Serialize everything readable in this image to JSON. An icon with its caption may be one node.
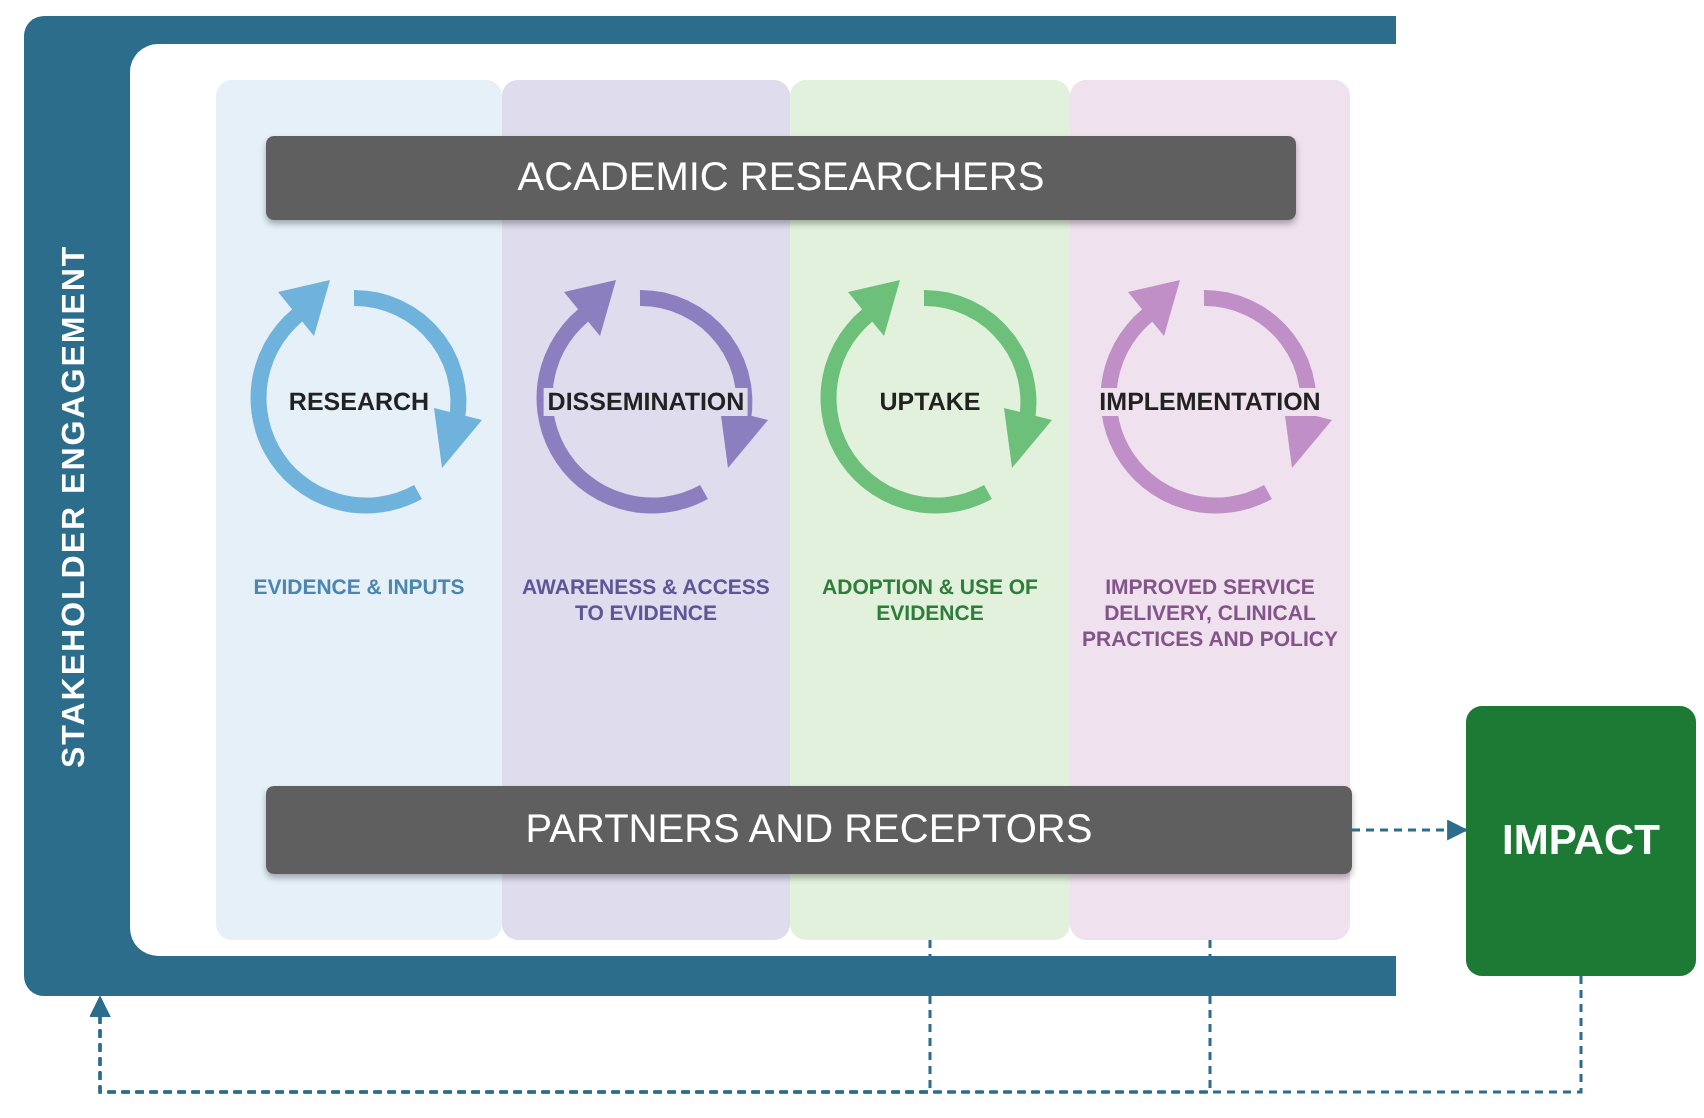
{
  "diagram": {
    "nodes": [
      {
        "text": [
          "STAKEHOLDER ENGAGEMENT"
        ]
      },
      {
        "text": [
          "ACADEMIC RESEARCHERS"
        ],
        "in": 0
      },
      {
        "text": [
          "RESEARCH",
          "EVIDENCE & INPUTS"
        ],
        "in": 0
      },
      {
        "text": [
          "DISSEMINATION",
          "AWARENESS & ACCESS TO EVIDENCE"
        ],
        "in": 0
      },
      {
        "text": [
          "UPTAKE",
          "ADOPTION & USE OF EVIDENCE"
        ],
        "in": 0
      },
      {
        "text": [
          "IMPLEMENTATION",
          "IMPROVED SERVICE DELIVERY, CLINICAL PRACTICES AND POLICY"
        ],
        "in": 0
      },
      {
        "text": [
          "PARTNERS AND RECEPTORS"
        ],
        "in": 0
      },
      {
        "text": [
          "IMPACT"
        ]
      }
    ],
    "edges": [
      {
        "from": 6,
        "to": 7,
        "arrow": "to",
        "style": "dashed"
      },
      {
        "from": 4,
        "to": 0,
        "arrow": "to",
        "style": "dashed"
      },
      {
        "from": 5,
        "to": 0,
        "arrow": "to",
        "style": "dashed"
      },
      {
        "from": 7,
        "to": 0,
        "arrow": "to",
        "style": "dashed"
      }
    ]
  }
}
